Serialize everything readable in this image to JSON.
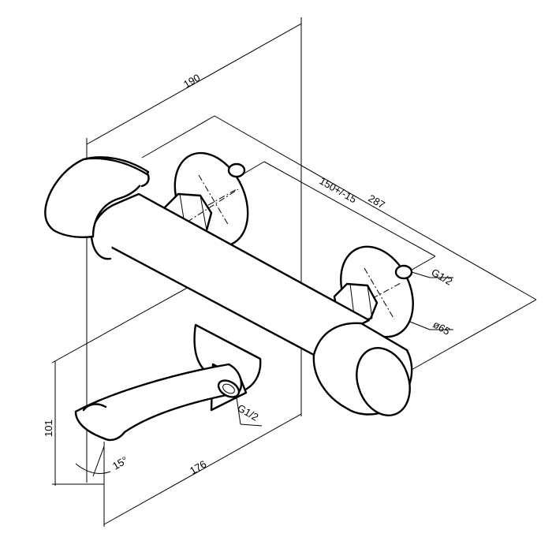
{
  "dimensions": {
    "overall_length": "190",
    "wall_length": "287",
    "centre_distance": "150+/-15",
    "inlet_thread": "G1/2",
    "outlet_thread": "G1/2",
    "escutcheon_diameter": "ø65",
    "height": "101",
    "spout_reach": "176",
    "spout_angle": "15°"
  }
}
